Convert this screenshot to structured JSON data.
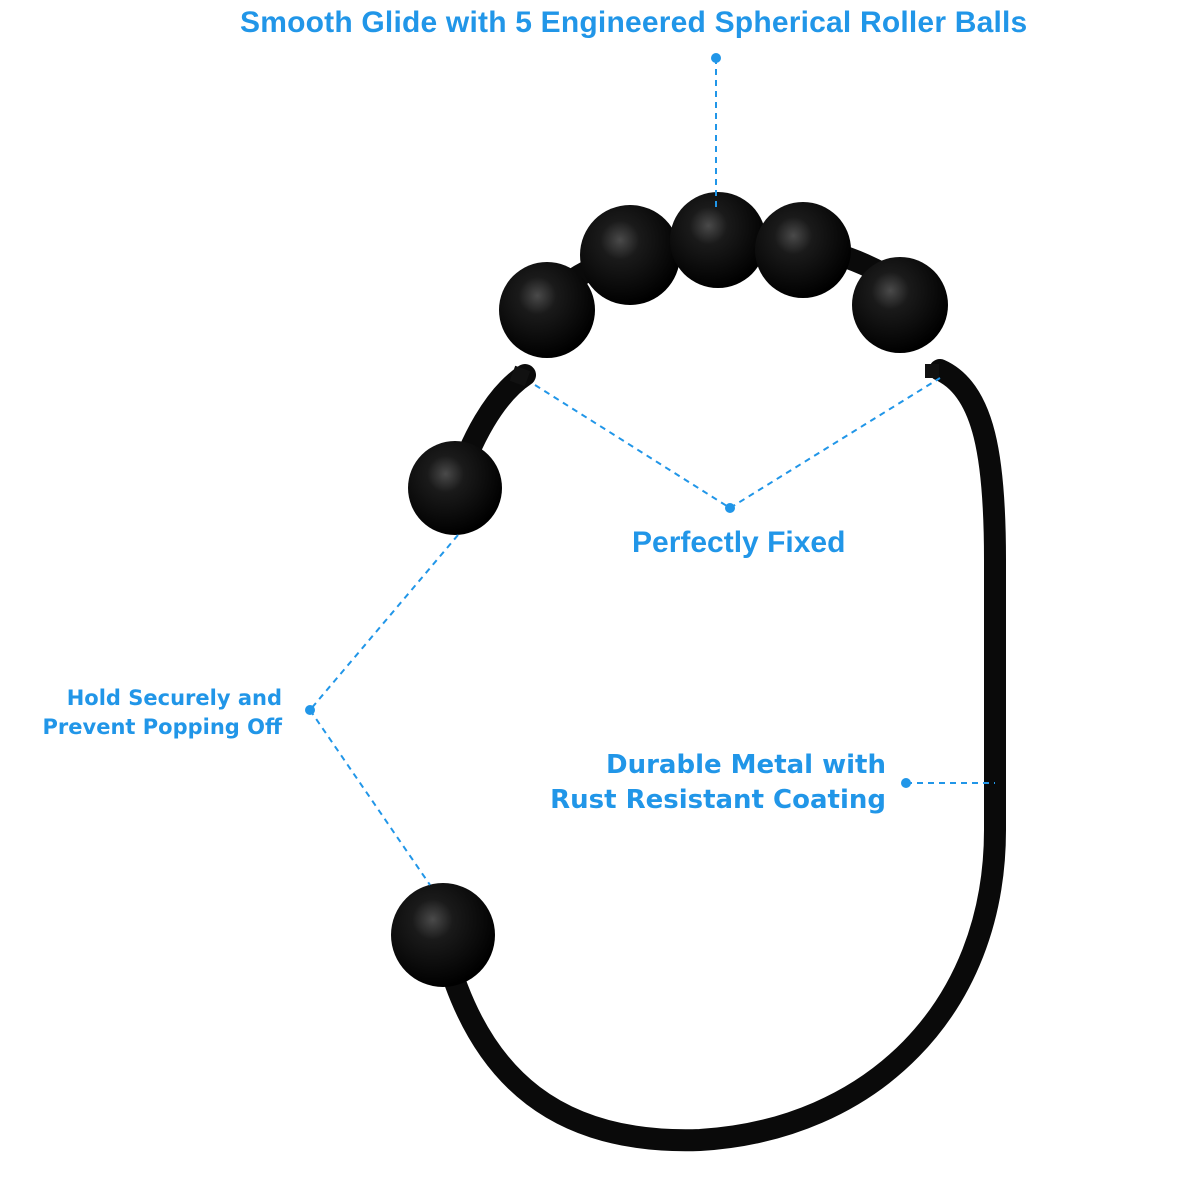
{
  "callouts": {
    "top": "Smooth Glide with 5 Engineered Spherical Roller Balls",
    "fixed": "Perfectly Fixed",
    "hold_line1": "Hold Securely and",
    "hold_line2": "Prevent Popping Off",
    "durable_line1": "Durable Metal with",
    "durable_line2": "Rust Resistant Coating"
  },
  "product": {
    "name": "shower curtain hook",
    "color": "#0a0a0a",
    "roller_ball_count": 5,
    "end_ball_count": 2
  },
  "colors": {
    "accent": "#2196e8",
    "background": "#ffffff"
  }
}
